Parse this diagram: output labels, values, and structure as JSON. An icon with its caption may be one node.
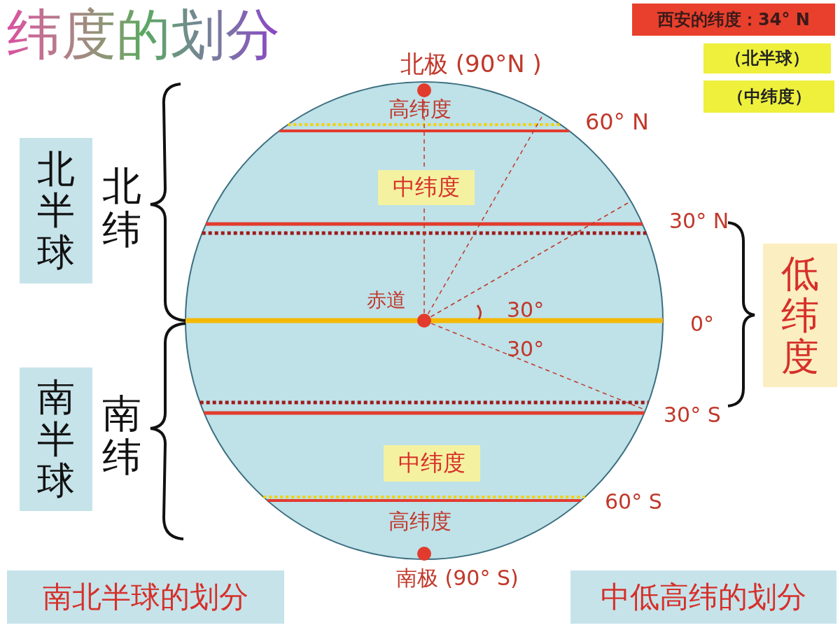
{
  "diagram": {
    "title": "纬度的划分",
    "nodes": [
      {
        "text": [
          "西安的纬度：34° N"
        ]
      },
      {
        "text": [
          "（北半球）"
        ]
      },
      {
        "text": [
          "（中纬度）"
        ]
      },
      {
        "text": [
          "北半球"
        ]
      },
      {
        "text": [
          "南半球"
        ]
      },
      {
        "text": [
          "低纬度"
        ]
      },
      {
        "text": [
          "中纬度"
        ]
      },
      {
        "text": [
          "中纬度"
        ]
      },
      {
        "text": [
          "南北半球的划分"
        ]
      },
      {
        "text": [
          "中低高纬的划分"
        ]
      }
    ],
    "labels": [
      "北极 (90°N )",
      "高纬度",
      "60° N",
      "北纬",
      "30° N",
      "赤道",
      "30°",
      "0°",
      "30°",
      "南纬",
      "30° S",
      "60° S",
      "高纬度",
      "南极 (90° S)"
    ]
  }
}
